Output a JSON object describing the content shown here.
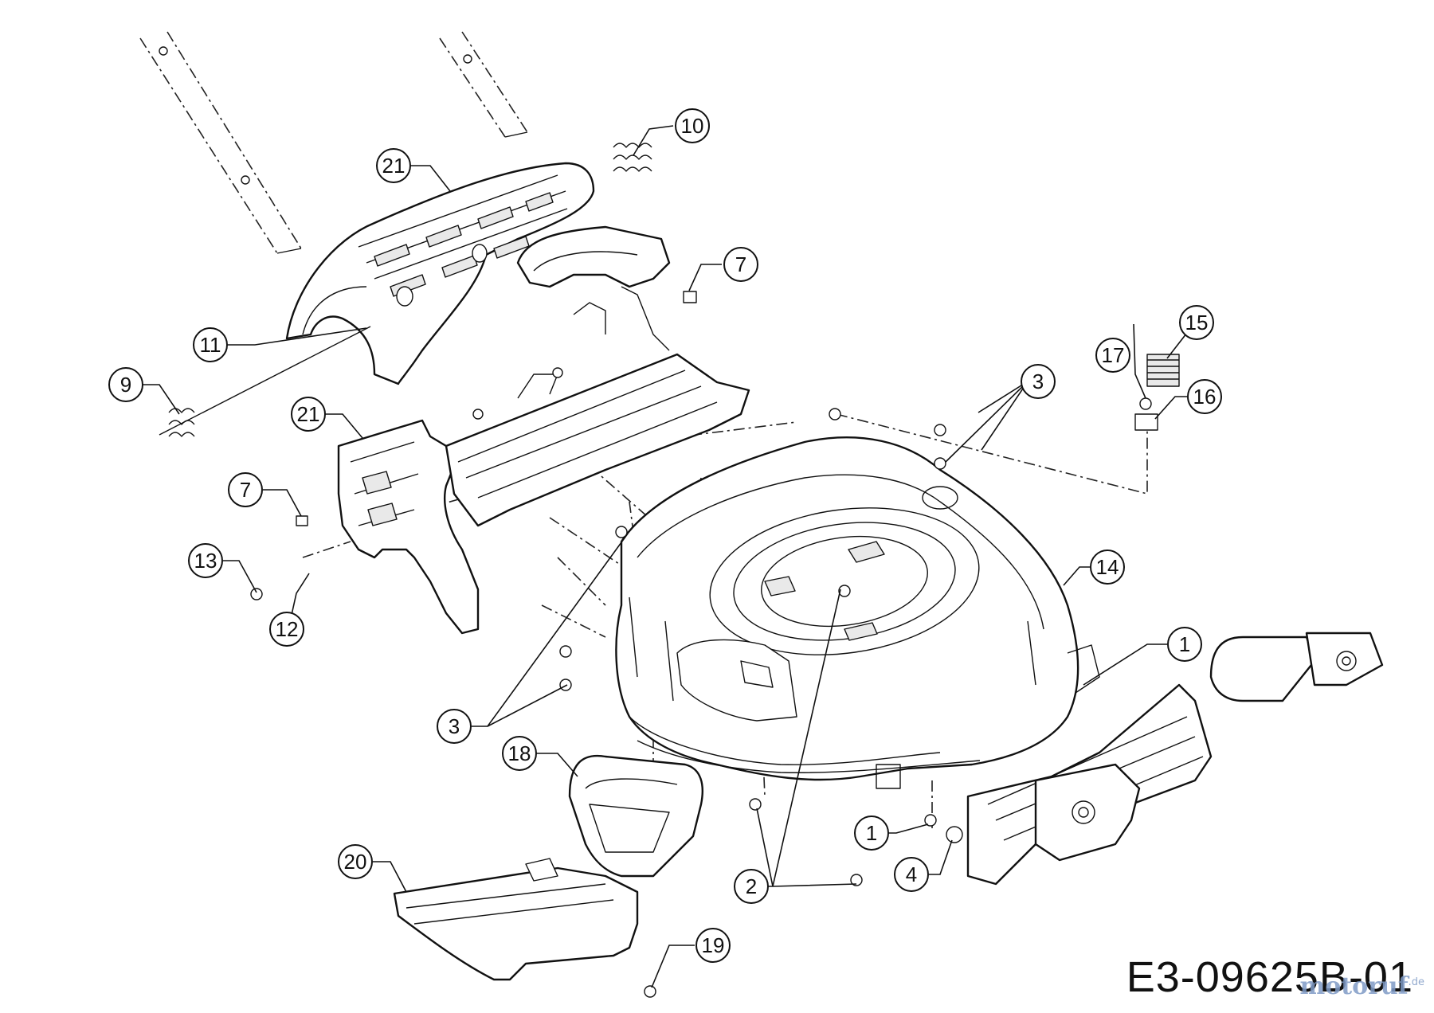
{
  "callouts": [
    {
      "id": "c1a",
      "label": "1"
    },
    {
      "id": "c1b",
      "label": "1"
    },
    {
      "id": "c2",
      "label": "2"
    },
    {
      "id": "c3a",
      "label": "3"
    },
    {
      "id": "c3b",
      "label": "3"
    },
    {
      "id": "c4",
      "label": "4"
    },
    {
      "id": "c7a",
      "label": "7"
    },
    {
      "id": "c7b",
      "label": "7"
    },
    {
      "id": "c9",
      "label": "9"
    },
    {
      "id": "c10",
      "label": "10"
    },
    {
      "id": "c11",
      "label": "11"
    },
    {
      "id": "c12",
      "label": "12"
    },
    {
      "id": "c13",
      "label": "13"
    },
    {
      "id": "c14",
      "label": "14"
    },
    {
      "id": "c15",
      "label": "15"
    },
    {
      "id": "c16",
      "label": "16"
    },
    {
      "id": "c17",
      "label": "17"
    },
    {
      "id": "c18",
      "label": "18"
    },
    {
      "id": "c19",
      "label": "19"
    },
    {
      "id": "c20",
      "label": "20"
    },
    {
      "id": "c21a",
      "label": "21"
    },
    {
      "id": "c21b",
      "label": "21"
    }
  ],
  "document_code": "E3-09625B-01",
  "watermark": {
    "text": "motoruf",
    "suffix": ".de"
  }
}
